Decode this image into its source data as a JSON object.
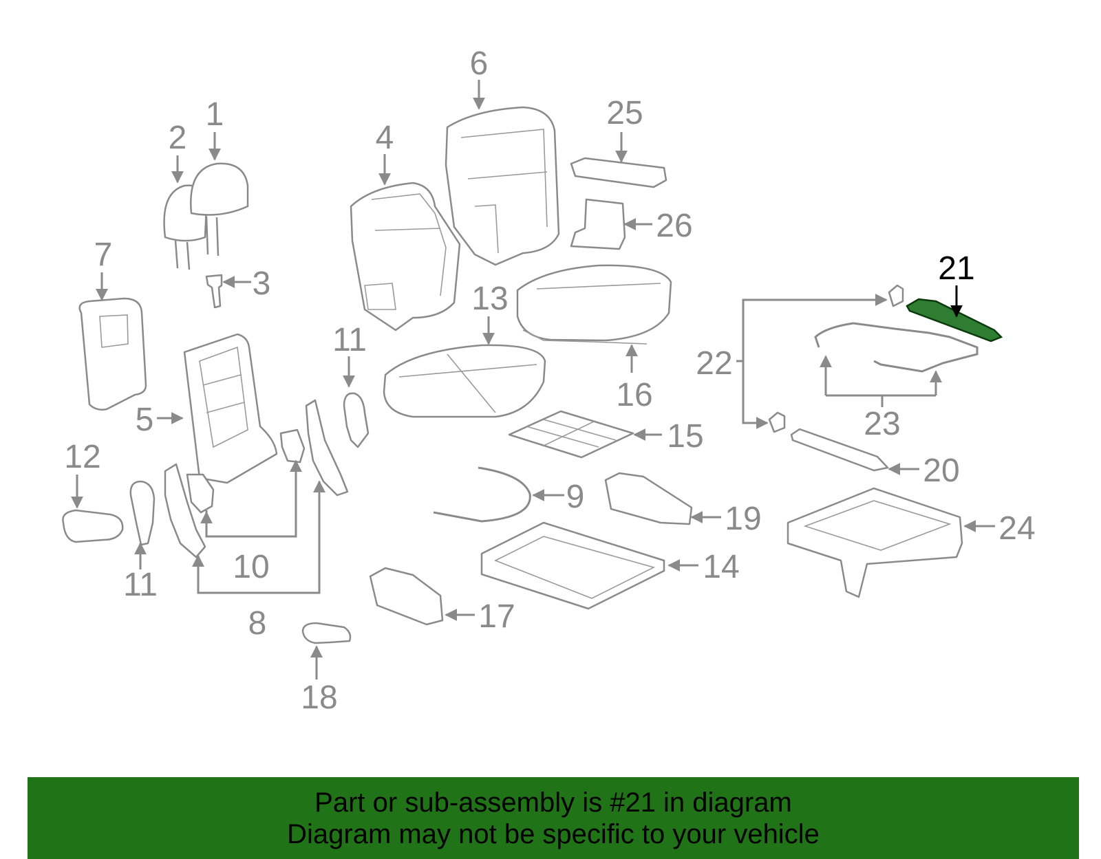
{
  "diagram": {
    "highlight_color": "#2e7d32",
    "callouts": [
      "1",
      "2",
      "3",
      "4",
      "5",
      "6",
      "7",
      "8",
      "9",
      "10",
      "11",
      "11",
      "12",
      "13",
      "14",
      "15",
      "16",
      "17",
      "18",
      "19",
      "20",
      "21",
      "22",
      "23",
      "24",
      "25",
      "26"
    ],
    "highlighted_callout": "21"
  },
  "banner": {
    "line1": "Part or sub-assembly is #21 in diagram",
    "line2": "Diagram may not be specific to your vehicle",
    "background": "#217317"
  }
}
